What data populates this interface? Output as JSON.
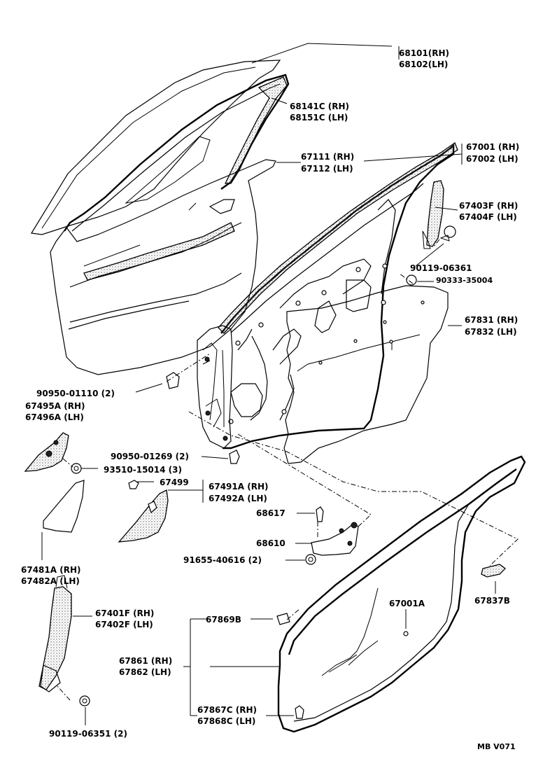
{
  "labels": {
    "p68101": "68101(RH)",
    "p68102": "68102(LH)",
    "p68141": "68141C (RH)",
    "p68151": "68151C (LH)",
    "p67111": "67111 (RH)",
    "p67112": "67112 (LH)",
    "p67001": "67001 (RH)",
    "p67002": "67002 (LH)",
    "p67403": "67403F (RH)",
    "p67404": "67404F (LH)",
    "p90119a": "90119-06361",
    "p90333": "90333-35004",
    "p67831": "67831 (RH)",
    "p67832": "67832 (LH)",
    "p90950a": "90950-01110 (2)",
    "p67495": "67495A (RH)",
    "p67496": "67496A (LH)",
    "p90950b": "90950-01269 (2)",
    "p93510": "93510-15014 (3)",
    "p67499": "67499",
    "p67491": "67491A (RH)",
    "p67492": "67492A (LH)",
    "p68617": "68617",
    "p68610": "68610",
    "p91655": "91655-40616 (2)",
    "p67481": "67481A (RH)",
    "p67482": "67482A (LH)",
    "p67837": "67837B",
    "p67001a": "67001A",
    "p67401": "67401F (RH)",
    "p67402": "67402F (LH)",
    "p67869": "67869B",
    "p67861": "67861 (RH)",
    "p67862": "67862 (LH)",
    "p67867": "67867C (RH)",
    "p67868": "67868C (LH)",
    "p90119b": "90119-06351 (2)",
    "code": "MB  V071"
  }
}
